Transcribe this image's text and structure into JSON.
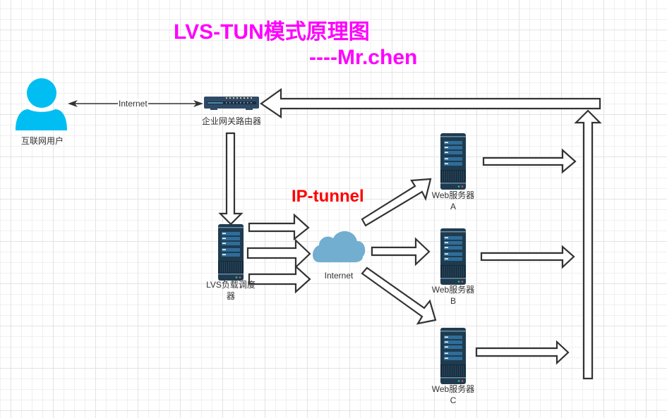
{
  "title": {
    "main": "LVS-TUN模式原理图",
    "author": "----Mr.chen",
    "color": "#ff00ff"
  },
  "tunnel_label": {
    "text": "IP-tunnel",
    "color": "#ff0000"
  },
  "nodes": {
    "user": {
      "label": "互联网用户",
      "icon": "user-icon",
      "color": "#00bef2"
    },
    "router": {
      "label": "企业网关路由器",
      "icon": "router-icon",
      "color": "#2f4a66"
    },
    "lvs": {
      "label_line1": "LVS负载调度",
      "label_line2": "器",
      "icon": "server-icon"
    },
    "cloud": {
      "label": "Internet",
      "icon": "cloud-icon",
      "color": "#72aed0"
    },
    "web_a": {
      "label_line1": "Web服务器",
      "label_line2": "A",
      "icon": "server-icon"
    },
    "web_b": {
      "label_line1": "Web服务器",
      "label_line2": "B",
      "icon": "server-icon"
    },
    "web_c": {
      "label_line1": "Web服务器",
      "label_line2": "C",
      "icon": "server-icon"
    }
  },
  "edges": {
    "user_router": {
      "label": "Internet",
      "style": "bidirectional-thin"
    }
  }
}
